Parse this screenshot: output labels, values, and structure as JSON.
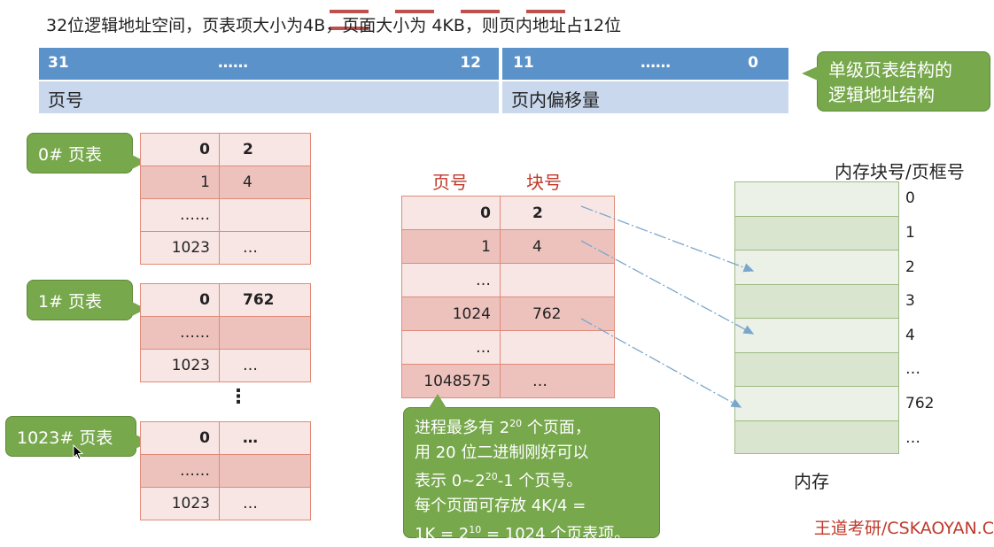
{
  "heading": "32位逻辑地址空间，页表项大小为4B，页面大小为 4KB，则页内地址占12位",
  "address_format": {
    "left_bits": {
      "high": "31",
      "dots": "……",
      "low": "12"
    },
    "right_bits": {
      "high": "11",
      "dots": "……",
      "low": "0"
    },
    "left_field": "页号",
    "right_field": "页内偏移量"
  },
  "callout_single_level": [
    "单级页表结构的",
    "逻辑地址结构"
  ],
  "page_tables": [
    {
      "label": "0# 页表",
      "rows": [
        [
          "0",
          "2"
        ],
        [
          "1",
          "4"
        ],
        [
          "……",
          ""
        ],
        [
          "1023",
          "…"
        ]
      ]
    },
    {
      "label": "1# 页表",
      "rows": [
        [
          "0",
          "762"
        ],
        [
          "……",
          ""
        ],
        [
          "1023",
          "…"
        ]
      ]
    },
    {
      "label": "1023# 页表",
      "rows": [
        [
          "0",
          "…"
        ],
        [
          "……",
          ""
        ],
        [
          "1023",
          "…"
        ]
      ]
    }
  ],
  "vertical_dots": "⋮",
  "single_table": {
    "header_page": "页号",
    "header_block": "块号",
    "rows": [
      [
        "0",
        "2"
      ],
      [
        "1",
        "4"
      ],
      [
        "…",
        ""
      ],
      [
        "1024",
        "762"
      ],
      [
        "…",
        ""
      ],
      [
        "1048575",
        "…"
      ]
    ]
  },
  "memory": {
    "title": "内存块号/页框号",
    "labels": [
      "0",
      "1",
      "2",
      "3",
      "4",
      "…",
      "762",
      "…"
    ],
    "caption": "内存"
  },
  "info_callout": {
    "line1_a": "进程最多有 2",
    "line1_sup": "20",
    "line1_b": " 个页面，",
    "line2": "用 20 位二进制刚好可以",
    "line3_a": "表示 0~2",
    "line3_sup": "20",
    "line3_b": "-1 个页号。",
    "line4": "每个页面可存放 4K/4 =",
    "line5_a": "1K = 2",
    "line5_sup": "10",
    "line5_b": " = 1024 个页表项。"
  },
  "watermark": "王道考研/CSKAOYAN.C",
  "colors": {
    "bit_bar": "#5b92c9",
    "field_bar": "#c9d8ec",
    "callout": "#77a84c",
    "arrow": "#7aa6cc",
    "header_red": "#c0392b"
  }
}
